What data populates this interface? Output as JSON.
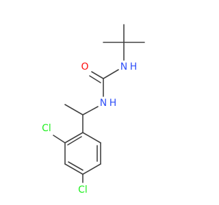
{
  "molecule": {
    "atoms": {
      "oxygen": {
        "label": "O",
        "color": "#ff0d0d"
      },
      "nitrogen_top": {
        "label": "N",
        "color": "#3050f8"
      },
      "hydrogen_top": {
        "label": "H",
        "color": "#3050f8"
      },
      "nitrogen_mid": {
        "label": "N",
        "color": "#3050f8"
      },
      "hydrogen_mid": {
        "label": "H",
        "color": "#3050f8"
      },
      "chlorine_ortho": {
        "label": "Cl",
        "color": "#1ff01f"
      },
      "chlorine_para": {
        "label": "Cl",
        "color": "#1ff01f"
      }
    },
    "bond_color": "#404040"
  }
}
